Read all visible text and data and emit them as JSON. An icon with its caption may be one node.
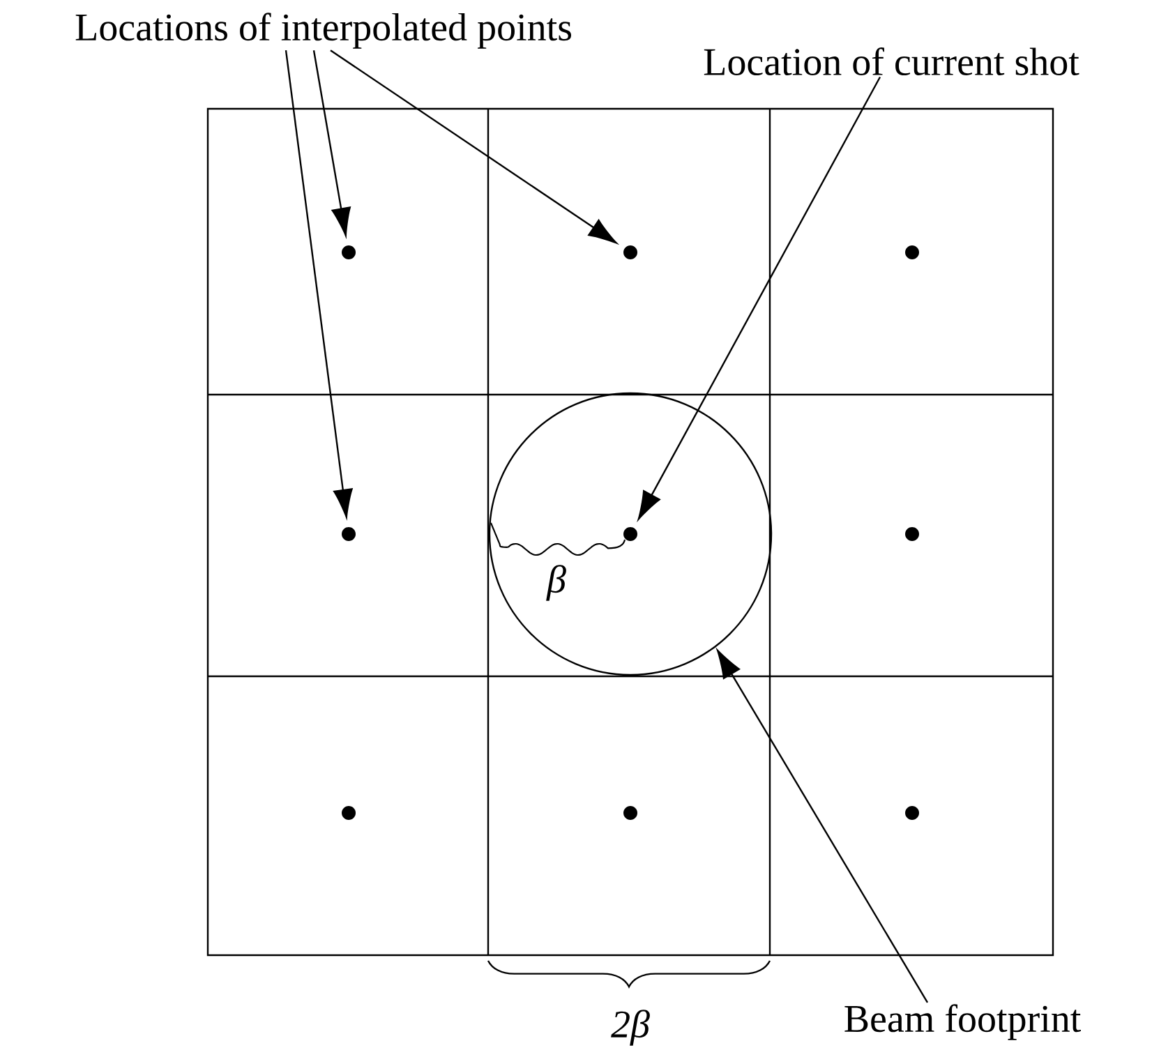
{
  "diagram": {
    "nodes": [
      {
        "text": [
          "Locations of interpolated points"
        ]
      },
      {
        "text": [
          "Location of current shot"
        ]
      },
      {
        "text": [],
        "shape": "circle"
      },
      {
        "text": [],
        "shape": "circle"
      },
      {
        "text": [],
        "shape": "circle"
      },
      {
        "text": [],
        "shape": "circle"
      },
      {
        "text": [],
        "shape": "circle"
      },
      {
        "text": [],
        "shape": "circle",
        "in": 2
      },
      {
        "text": [],
        "shape": "circle"
      },
      {
        "text": [],
        "shape": "circle"
      },
      {
        "text": [],
        "shape": "circle"
      },
      {
        "text": [],
        "shape": "circle"
      },
      {
        "text": [
          "Beam footprint"
        ]
      }
    ],
    "edges": [
      {
        "from": 0,
        "to": 6,
        "arrow": "to"
      },
      {
        "from": 0,
        "to": 3,
        "arrow": "to"
      },
      {
        "from": 0,
        "to": 4,
        "arrow": "to"
      },
      {
        "from": 1,
        "to": 7,
        "arrow": "to"
      },
      {
        "from": 12,
        "to": 2,
        "arrow": "to"
      }
    ],
    "labels": [
      "β",
      "2β"
    ]
  }
}
